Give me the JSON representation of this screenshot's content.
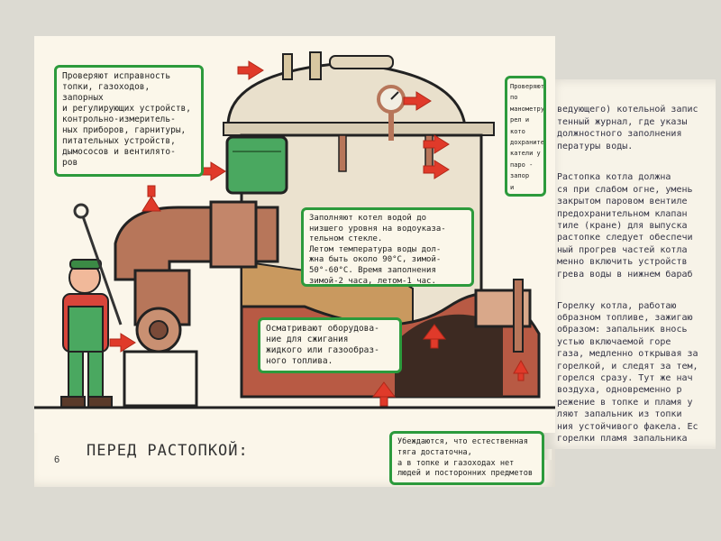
{
  "page_number": "6",
  "caption": "ПЕРЕД РАСТОПКОЙ:",
  "callouts": {
    "inspect": "Проверяют исправность\nтопки, газоходов, запорных\nи регулирующих устройств,\nконтрольно-измеритель-\nных приборов, гарнитуры,\nпитательных устройств,\nдымососов и вентилято-\nров",
    "fill": "Заполняют котел водой до\nнизшего уровня на водоуказа-\nтельном стекле.\nЛетом температура воды дол-\nжна быть около 90°С, зимой-\n50°-60°С. Время заполнения\nзимой-2 часа, летом-1 час.",
    "fuel": "Осматривают оборудова-\nние для сжигания\nжидкого или газообраз-\nного топлива.",
    "draft": "Убеждаются, что естественная\nтяга достаточна,\nа в топке и газоходах нет\nлюдей и посторонних предметов",
    "side": "Проверяют\nпо манометру\nрел и кото\nдохранител\nкатели у\nпаро - запор\nи регулирую\nна питатель\nспускные и пр\nвочной линии"
  },
  "right_page": {
    "paragraphs": [
      "ведующего) котельной запис\nтенный журнал, где указы\nдолжностного заполнения\nпературы воды.",
      "   Растопка котла должна\nся при слабом огне, умень\nзакрытом паровом вентиле\nпредохранительном клапан\nтиле (кране) для выпуска\nрастопке следует обеспечи\nный прогрев частей котла\nменно включить устройств\nгрева воды в нижнем бараб",
      "   Горелку котла, работаю\nобразном топливе, зажигаю\nобразом: запальник внось\nустью включаемой горе\nгаза, медленно открывая за\nгорелкой, и следят за тем,\nгорелся сразу. Тут же нач\nвоздуха, одновременно р\nрежение в топке и пламя у\nляют запальник из топки\nния устойчивого факела. Ес\nгорелки пламя запальника\nобходимо немедленно п\nдачу газа в горелку, вынут\nтопки и провентилировать"
    ]
  },
  "colors": {
    "callout_border": "#2c9a3c",
    "arrow": "#e03a2a",
    "boiler_body": "#e8dcc0",
    "pipe": "#b7765a",
    "water": "#4aa860"
  }
}
